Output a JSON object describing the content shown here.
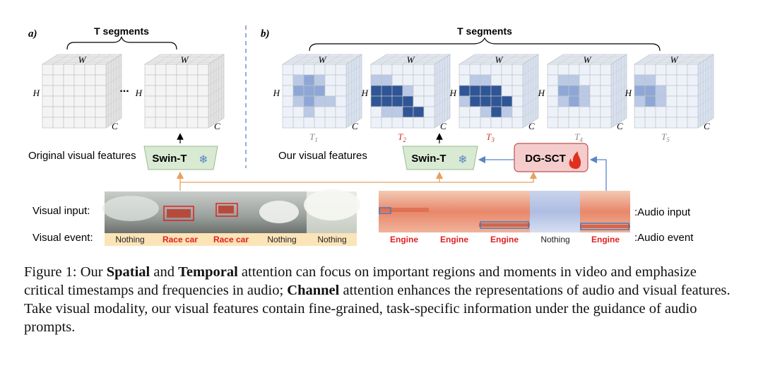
{
  "panel_a": {
    "label": "a)",
    "segments_label": "T segments",
    "feature_caption": "Original visual features",
    "cube_axes": {
      "w": "W",
      "h": "H",
      "c": "C"
    },
    "ellipsis": "..."
  },
  "panel_b": {
    "label": "b)",
    "segments_label": "T segments",
    "feature_caption": "Our visual features",
    "cube_axes": {
      "w": "W",
      "h": "H",
      "c": "C"
    },
    "time_labels": [
      "T1",
      "T2",
      "T3",
      "T4",
      "T5"
    ],
    "time_label_colors": [
      "#8a8a8a",
      "#d0312d",
      "#d0312d",
      "#8a8a8a",
      "#8a8a8a"
    ]
  },
  "blocks": {
    "swin_a": "Swin-T",
    "swin_b": "Swin-T",
    "dgsct": "DG-SCT",
    "snowflake_icon": "snowflake-icon",
    "flame_icon": "flame-icon"
  },
  "rows": {
    "visual_input_label": "Visual input:",
    "visual_event_label": "Visual event:",
    "audio_input_label": ":Audio input",
    "audio_event_label": ":Audio event",
    "visual_events": [
      {
        "text": "Nothing",
        "color": "#222222"
      },
      {
        "text": "Race car",
        "color": "#e02020"
      },
      {
        "text": "Race car",
        "color": "#e02020"
      },
      {
        "text": "Nothing",
        "color": "#222222"
      },
      {
        "text": "Nothing",
        "color": "#222222"
      }
    ],
    "audio_events": [
      {
        "text": "Engine",
        "color": "#e02020"
      },
      {
        "text": "Engine",
        "color": "#e02020"
      },
      {
        "text": "Engine",
        "color": "#e02020"
      },
      {
        "text": "Nothing",
        "color": "#222222"
      },
      {
        "text": "Engine",
        "color": "#e02020"
      }
    ]
  },
  "colors": {
    "arrow_orange": "#e8a060",
    "arrow_blue": "#5b86c4",
    "swin_fill": "#d9ead3",
    "dgsct_fill": "#f4cccc",
    "dgsct_border": "#c0504d",
    "event_strip": "#fbe4b8"
  },
  "caption": {
    "prefix": "Figure 1: Our ",
    "bold1": "Spatial",
    "mid1": " and ",
    "bold2": "Temporal",
    "mid2": " attention can focus on important regions and moments in video and emphasize critical timestamps and frequencies in audio; ",
    "bold3": "Channel",
    "suffix": " attention enhances the representations of audio and visual features. Take visual modality, our visual features contain fine-grained, task-specific information under the guidance of audio prompts."
  }
}
